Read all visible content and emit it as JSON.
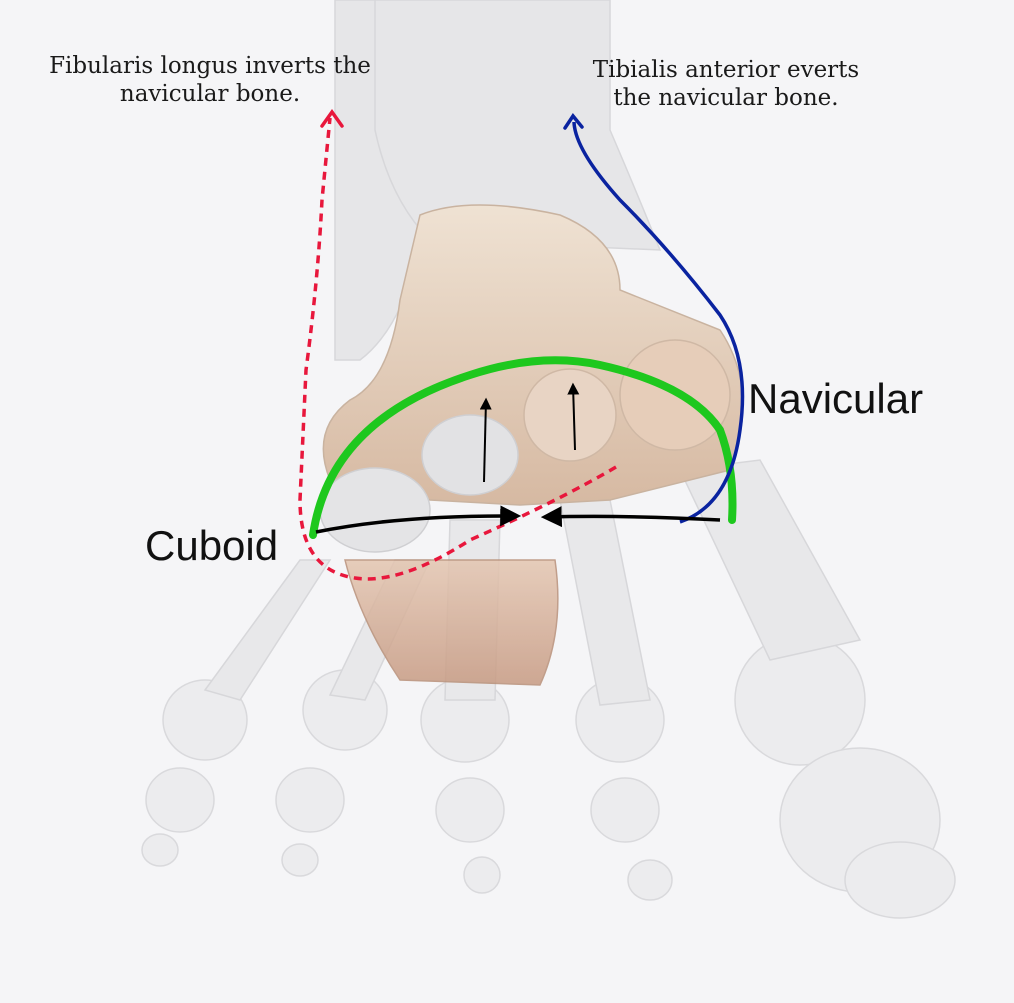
{
  "annotations": {
    "fibularis_line1": "Fibularis longus inverts the",
    "fibularis_line2": "navicular bone.",
    "tibialis_line1": "Tibialis anterior everts",
    "tibialis_line2": "the navicular bone."
  },
  "labels": {
    "navicular": "Navicular",
    "cuboid": "Cuboid"
  },
  "colors": {
    "arch": "#1ec81e",
    "fibularis": "#e8173c",
    "tibialis": "#0a23a0",
    "arrows": "#000000",
    "bone": "#e6e6e8",
    "tarsal": "#e8d3c2"
  }
}
